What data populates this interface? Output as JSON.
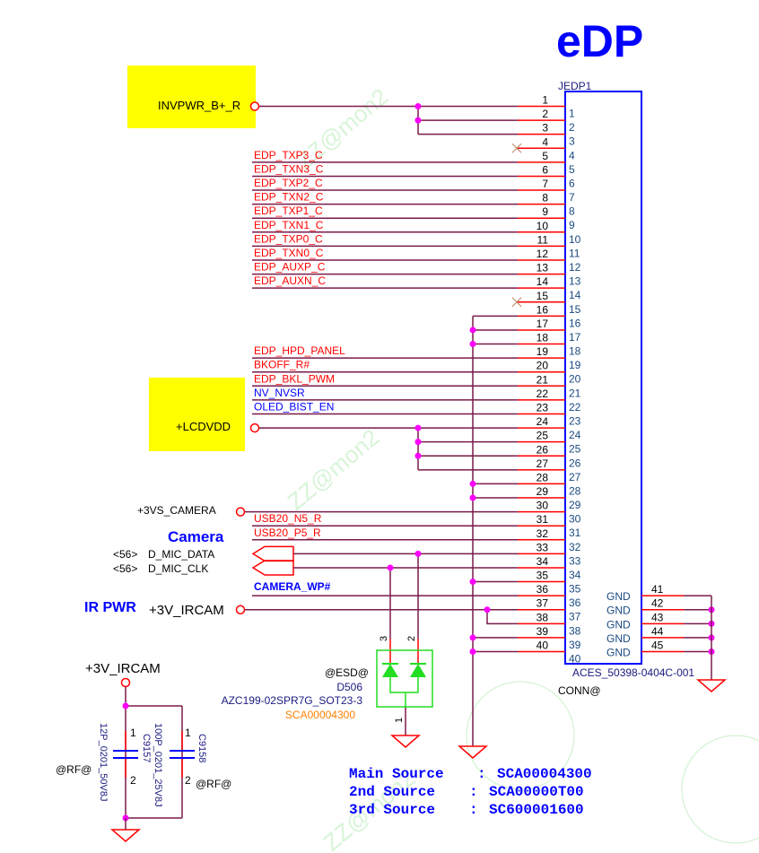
{
  "title": "eDP",
  "connector": {
    "ref": "JEDP1",
    "part": "ACES_50398-0404C-001",
    "option": "CONN@",
    "gnd_label": "GND",
    "gnd_pins": [
      "41",
      "42",
      "43",
      "44",
      "45"
    ]
  },
  "power_boxes": [
    {
      "label": "INVPWR_B+_R"
    },
    {
      "label": "+LCDVDD"
    }
  ],
  "nets": [
    {
      "pin": 5,
      "label": "EDP_TXP3_C",
      "color": "#ff0000"
    },
    {
      "pin": 6,
      "label": "EDP_TXN3_C",
      "color": "#ff0000"
    },
    {
      "pin": 7,
      "label": "EDP_TXP2_C",
      "color": "#ff0000"
    },
    {
      "pin": 8,
      "label": "EDP_TXN2_C",
      "color": "#ff0000"
    },
    {
      "pin": 9,
      "label": "EDP_TXP1_C",
      "color": "#ff0000"
    },
    {
      "pin": 10,
      "label": "EDP_TXN1_C",
      "color": "#ff0000"
    },
    {
      "pin": 11,
      "label": "EDP_TXP0_C",
      "color": "#ff0000"
    },
    {
      "pin": 12,
      "label": "EDP_TXN0_C",
      "color": "#ff0000"
    },
    {
      "pin": 13,
      "label": "EDP_AUXP_C",
      "color": "#ff0000"
    },
    {
      "pin": 14,
      "label": "EDP_AUXN_C",
      "color": "#ff0000"
    },
    {
      "pin": 19,
      "label": "EDP_HPD_PANEL",
      "color": "#ff0000"
    },
    {
      "pin": 20,
      "label": "BKOFF_R#",
      "color": "#ff0000"
    },
    {
      "pin": 21,
      "label": "EDP_BKL_PWM",
      "color": "#ff0000"
    },
    {
      "pin": 22,
      "label": "NV_NVSR",
      "color": "#0000ff"
    },
    {
      "pin": 23,
      "label": "OLED_BIST_EN",
      "color": "#0000ff"
    },
    {
      "pin": 31,
      "label": "USB20_N5_R",
      "color": "#ff0000"
    },
    {
      "pin": 32,
      "label": "USB20_P5_R",
      "color": "#ff0000"
    }
  ],
  "camera": {
    "heading": "Camera",
    "power": "+3VS_CAMERA",
    "mic_data": "D_MIC_DATA",
    "mic_clk": "D_MIC_CLK",
    "mic_ref": "<56>",
    "wp": "CAMERA_WP#"
  },
  "ir": {
    "heading": "IR PWR",
    "power": "+3V_IRCAM"
  },
  "diode": {
    "option": "@ESD@",
    "ref": "D506",
    "part": "AZC199-02SPR7G_SOT23-3",
    "code": "SCA00004300",
    "pins": [
      "3",
      "2",
      "1"
    ]
  },
  "caps": {
    "rail": "+3V_IRCAM",
    "c1": {
      "ref": "C9157",
      "value": "12P_0201_50V8J",
      "option": "@RF@"
    },
    "c2": {
      "ref": "C9158",
      "value": "100P_0201_25V8J",
      "option": "@RF@"
    },
    "pins": [
      "1",
      "2"
    ]
  },
  "sources": [
    {
      "label": "Main Source",
      "value": "SCA00004300"
    },
    {
      "label": "2nd Source",
      "value": "SCA00000T00"
    },
    {
      "label": "3rd Source",
      "value": "SC600001600"
    }
  ],
  "watermark": "ZZ@mon2",
  "colors": {
    "wire": "#7a1a4a",
    "pin": "#ff0000",
    "junction": "#ff00ff",
    "box": "#0000ff",
    "highlight": "#ffff00"
  }
}
